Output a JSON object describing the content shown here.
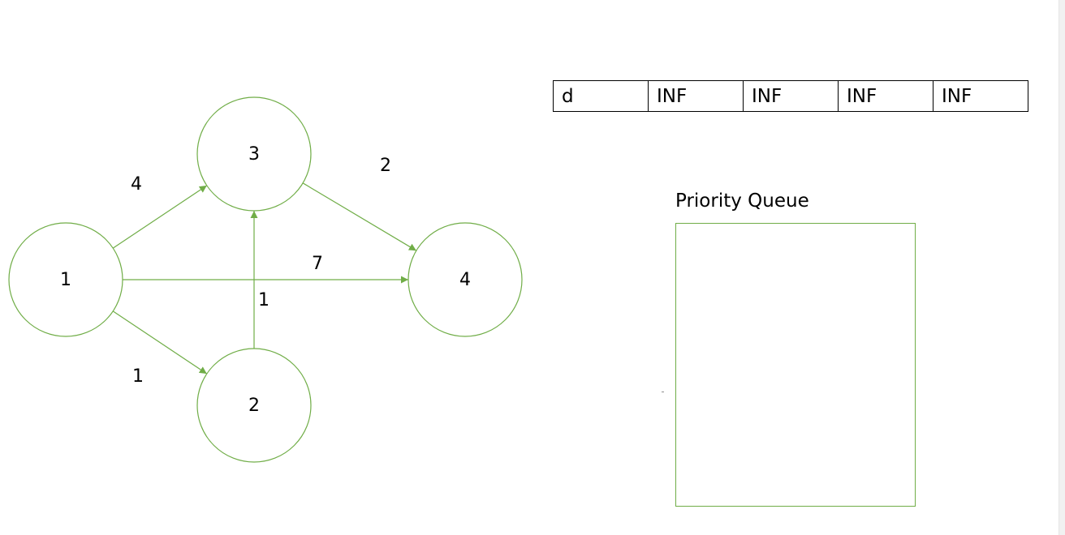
{
  "colors": {
    "accent": "#70ad47",
    "text": "#000000",
    "background": "#ffffff"
  },
  "graph": {
    "nodes": [
      {
        "id": "1",
        "label": "1"
      },
      {
        "id": "2",
        "label": "2"
      },
      {
        "id": "3",
        "label": "3"
      },
      {
        "id": "4",
        "label": "4"
      }
    ],
    "edges": [
      {
        "from": "1",
        "to": "3",
        "weight": "4"
      },
      {
        "from": "1",
        "to": "4",
        "weight": "7"
      },
      {
        "from": "1",
        "to": "2",
        "weight": "1"
      },
      {
        "from": "2",
        "to": "3",
        "weight": "1"
      },
      {
        "from": "3",
        "to": "4",
        "weight": "2"
      }
    ]
  },
  "distance_table": {
    "header": "d",
    "values": [
      "INF",
      "INF",
      "INF",
      "INF"
    ]
  },
  "priority_queue": {
    "title": "Priority Queue",
    "items": []
  }
}
